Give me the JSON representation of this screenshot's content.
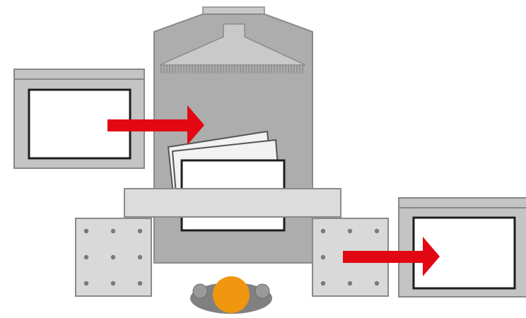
{
  "diagram": {
    "colors": {
      "machine_body": "#adadad",
      "machine_stroke": "#8a8a8a",
      "hood_light": "#c9c9c9",
      "panel_frame": "#c4c4c4",
      "panel_border": "#888888",
      "window_fill": "#ffffff",
      "window_border": "#1e1e1e",
      "tray": "#dcdcdc",
      "base_plate": "#d9d9d9",
      "bolt": "#7a7a7a",
      "arrow": "#e30613",
      "operator_head": "#f0960f",
      "operator_body": "#808080"
    },
    "components": [
      "input-station",
      "processing-machine",
      "stacked-sheets",
      "work-table",
      "output-station",
      "left-base-plate",
      "right-base-plate",
      "operator"
    ],
    "flows": [
      {
        "from": "input-station",
        "to": "processing-machine"
      },
      {
        "from": "processing-machine",
        "to": "output-station"
      }
    ]
  }
}
